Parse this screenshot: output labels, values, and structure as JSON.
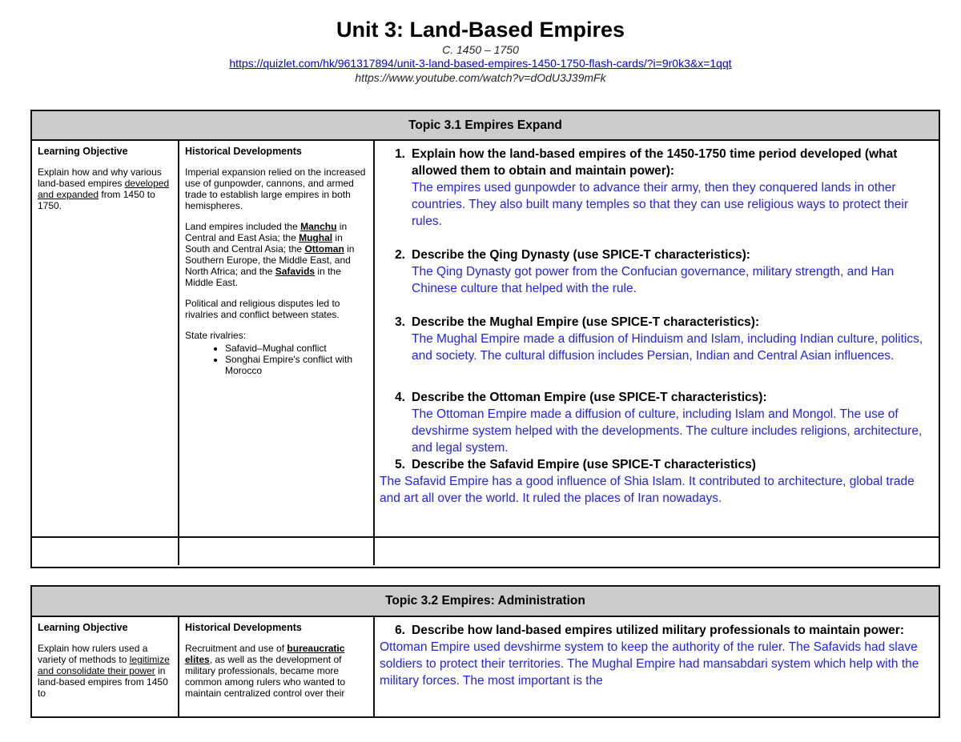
{
  "header": {
    "title": "Unit 3: Land-Based Empires",
    "subtitle": "C. 1450 – 1750",
    "link_quizlet": "https://quizlet.com/hk/961317894/unit-3-land-based-empires-1450-1750-flash-cards/?i=9r0k3&x=1qqt",
    "link_youtube": "https://www.youtube.com/watch?v=dOdU3J39mFk"
  },
  "colors": {
    "answer_text": "#2222ee",
    "header_fill": "#cccccc",
    "border": "#111111"
  },
  "topic1": {
    "heading": "Topic 3.1 Empires Expand",
    "learning_objective": {
      "label": "Learning Objective",
      "pre": "Explain how and why various land-based empires ",
      "underlined": "developed and expanded",
      "post": " from 1450 to 1750."
    },
    "historical_developments": {
      "label": "Historical Developments",
      "p1": "Imperial expansion relied on the increased use of gunpowder, cannons, and armed trade to establish large empires in both hemispheres.",
      "p2_a": "Land empires included the ",
      "p2_manchu": "Manchu",
      "p2_b": " in Central and East Asia; the ",
      "p2_mughal": "Mughal",
      "p2_c": " in South and Central Asia; the ",
      "p2_ottoman": "Ottoman",
      "p2_d": " in Southern Europe, the Middle East, and North Africa; and the ",
      "p2_safavids": "Safavids",
      "p2_e": " in the Middle East.",
      "p3": "Political and religious disputes led to rivalries and conflict between states.",
      "p4": "State rivalries:",
      "bullets": [
        "Safavid–Mughal conflict",
        "Songhai Empire's conflict with Morocco"
      ]
    },
    "questions": [
      {
        "num": "1.",
        "question": "Explain how the land-based empires of the 1450-1750 time period developed (what allowed them to obtain and maintain power):",
        "answer": "The empires used gunpowder to advance their army, then they conquered lands in other countries. They also built many temples so that they can use religious ways to protect their rules."
      },
      {
        "num": "2.",
        "question": "Describe the Qing Dynasty (use SPICE-T characteristics):",
        "answer": "The Qing Dynasty got power from the Confucian governance, military strength, and Han Chinese culture that helped with the rule."
      },
      {
        "num": "3.",
        "question": "Describe the Mughal Empire  (use SPICE-T characteristics):",
        "answer": "The Mughal Empire made a diffusion of Hinduism and Islam, including Indian culture, politics, and society. The cultural diffusion includes Persian, Indian and Central Asian influences."
      },
      {
        "num": "4.",
        "question": "Describe the Ottoman Empire (use SPICE-T characteristics):",
        "answer": "The Ottoman Empire made a diffusion of culture, including Islam and Mongol. The use of devshirme system helped with the developments. The culture includes religions, architecture, and legal system."
      },
      {
        "num": "5.",
        "question": "Describe the Safavid Empire (use SPICE-T characteristics)",
        "answer": "The Safavid Empire has a good influence of Shia Islam. It contributed to architecture, global trade and art all over the world. It ruled the places of Iran nowadays."
      }
    ]
  },
  "topic2": {
    "heading": "Topic 3.2 Empires: Administration",
    "learning_objective": {
      "label": "Learning Objective",
      "pre": "Explain how rulers used a variety of methods to ",
      "underlined": "legitimize and consolidate their power",
      "post": " in land-based empires from 1450 to"
    },
    "historical_developments": {
      "label": "Historical Developments",
      "pre": "Recruitment and use of ",
      "bold_underlined": "bureaucratic elites",
      "post": ", as well as the development of military professionals, became more common among rulers who wanted to maintain centralized control over their"
    },
    "questions": [
      {
        "num": "6.",
        "question": "Describe how land-based empires utilized military professionals to maintain power:",
        "answer": "Ottoman Empire used devshirme system to keep the authority of the ruler. The Safavids had slave soldiers to protect their territories. The Mughal Empire had mansabdari system which help with the military forces. The most important is the"
      }
    ]
  }
}
